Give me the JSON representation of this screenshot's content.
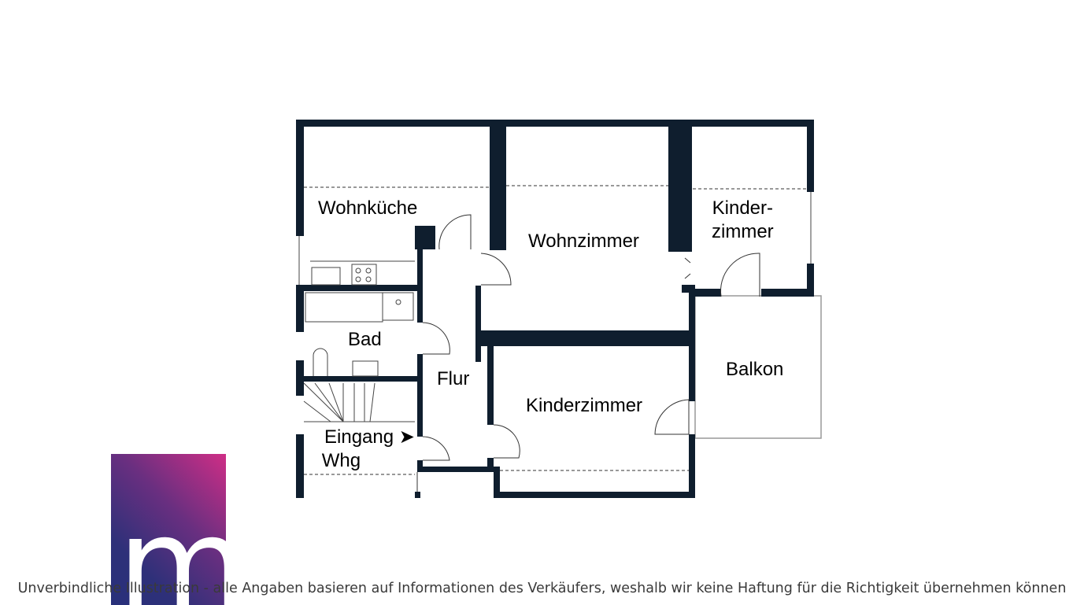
{
  "colors": {
    "wall": "#0f1e2e",
    "logo_top": "#cf2e86",
    "logo_bottom": "#28307a"
  },
  "rooms": {
    "wohnkueche": "Wohnküche",
    "wohnzimmer": "Wohnzimmer",
    "kinderzimmer_small_1": "Kinder-",
    "kinderzimmer_small_2": "zimmer",
    "bad": "Bad",
    "flur": "Flur",
    "kinderzimmer": "Kinderzimmer",
    "balkon": "Balkon",
    "eingang_1": "Eingang ➤",
    "eingang_2": "Whg"
  },
  "logo": {
    "letter": "m"
  },
  "disclaimer": "Unverbindliche Illustration - alle Angaben basieren auf Informationen des Verkäufers, weshalb wir keine Haftung für die Richtigkeit übernehmen können"
}
